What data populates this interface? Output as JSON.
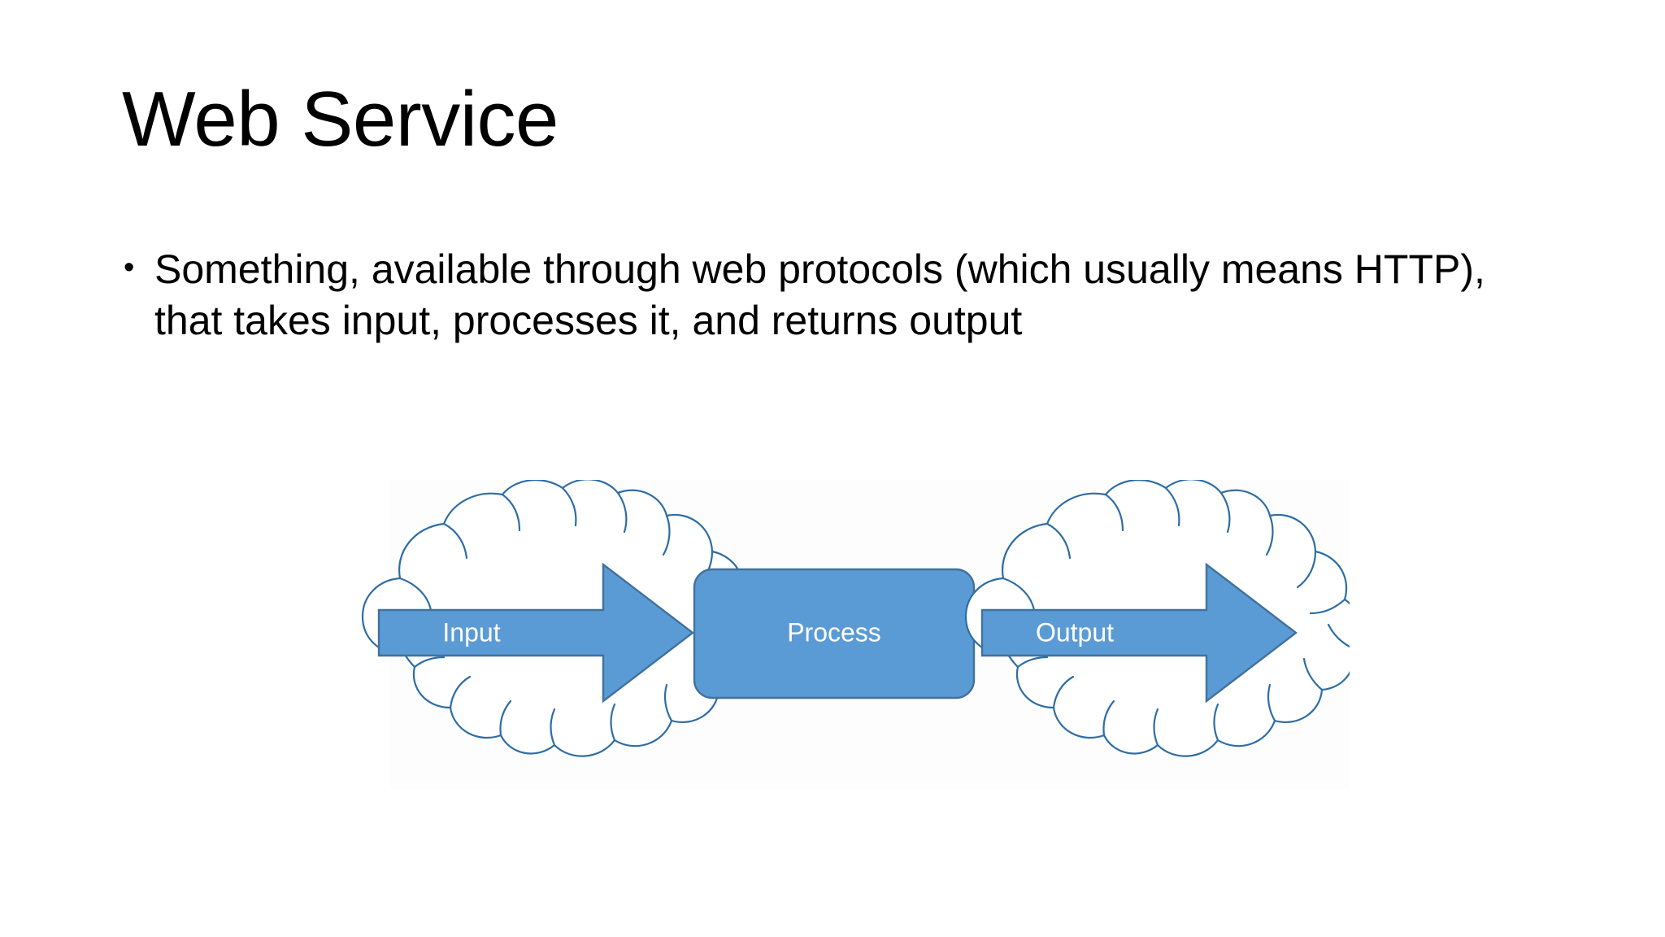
{
  "slide": {
    "title": "Web Service",
    "background_color": "#FFFFFF",
    "text_color": "#000000",
    "bullets": [
      {
        "marker": "•",
        "text": "Something, available through web protocols (which usually means HTTP), that takes input, processes it, and returns output"
      }
    ]
  },
  "diagram": {
    "type": "process-flow",
    "accent_color": "#5B9BD5",
    "border_color": "#41719C",
    "cloud_outline_color": "#2E6DA4",
    "label_color": "#FFFFFF",
    "nodes": [
      {
        "id": "input",
        "shape": "cloud-with-arrow",
        "label": "Input"
      },
      {
        "id": "process",
        "shape": "rounded-rectangle",
        "label": "Process"
      },
      {
        "id": "output",
        "shape": "cloud-with-arrow",
        "label": "Output"
      }
    ]
  }
}
